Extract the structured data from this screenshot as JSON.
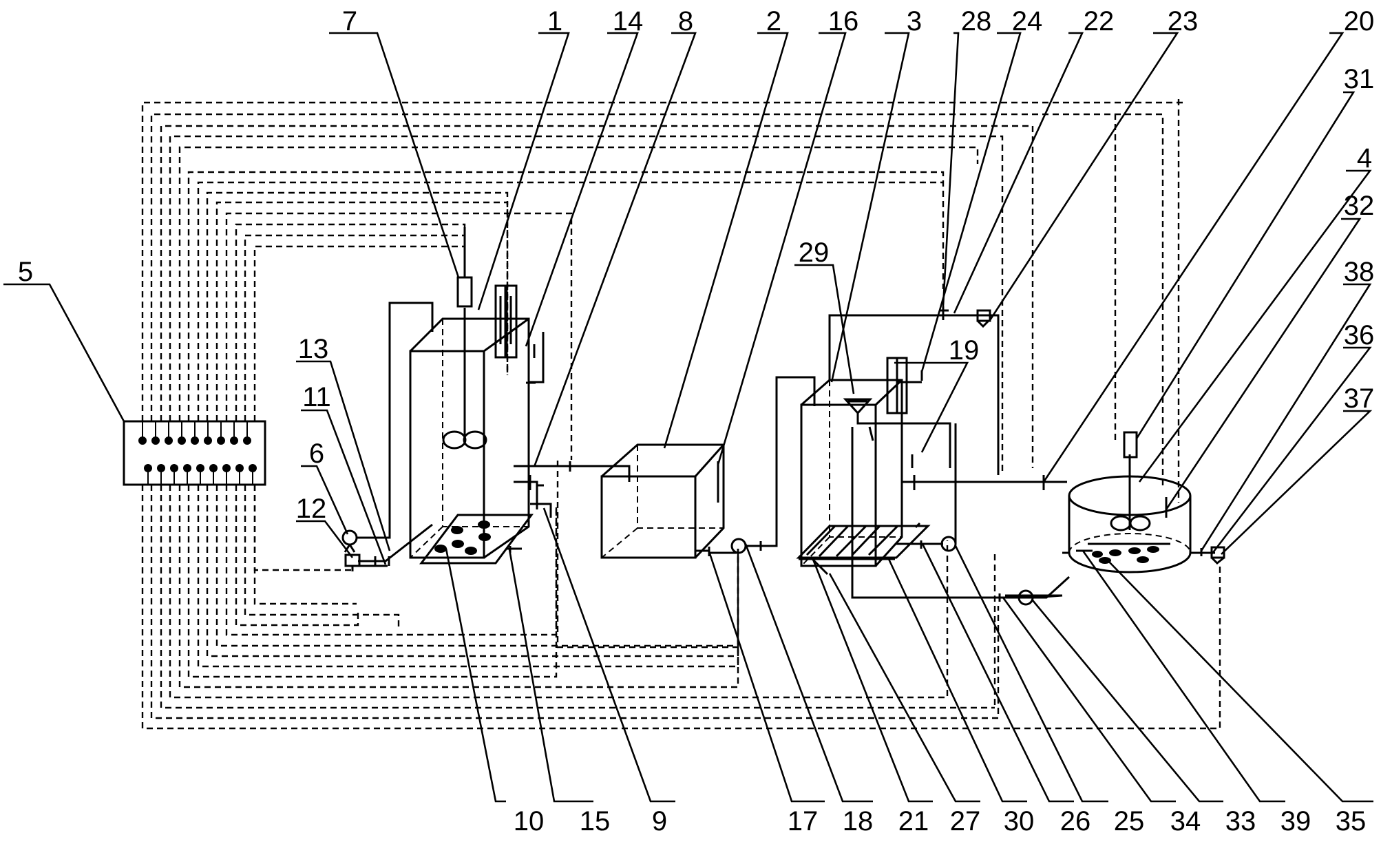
{
  "labels_top": [
    "7",
    "1",
    "14",
    "8",
    "2",
    "16",
    "3",
    "28",
    "24",
    "22",
    "23",
    "20"
  ],
  "labels_right": [
    "31",
    "4",
    "32",
    "38",
    "36",
    "37"
  ],
  "labels_left": [
    "5",
    "13",
    "11",
    "6",
    "12"
  ],
  "labels_inner": [
    "29",
    "19"
  ],
  "labels_bottom": [
    "10",
    "15",
    "9",
    "17",
    "18",
    "21",
    "27",
    "30",
    "26",
    "25",
    "34",
    "33",
    "39",
    "35"
  ]
}
